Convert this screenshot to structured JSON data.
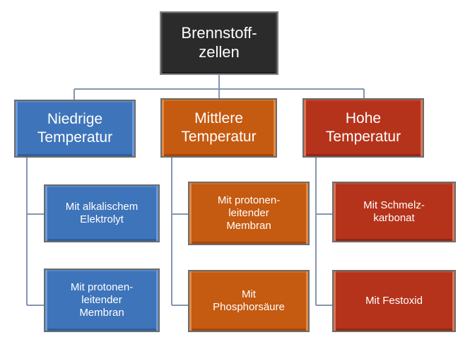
{
  "diagram": {
    "title": "Brennstoffzellen Hierarchie",
    "type": "hierarchy-org-chart",
    "colors": {
      "root_fill": "#2b2b2b",
      "root_border": "#808080",
      "blue_fill": "#3e74ba",
      "blue_bevel": "#6a9ad8",
      "orange_fill": "#c55a11",
      "orange_bevel": "#e08a46",
      "red_fill": "#b5331b",
      "red_bevel": "#d9755c",
      "connector": "#8496b0",
      "text": "#ffffff",
      "background": "#ffffff"
    }
  },
  "root": {
    "label": "Brennstoff-\nzellen"
  },
  "branches": [
    {
      "id": "niedrige-temperatur",
      "label": "Niedrige\nTemperatur",
      "color": "blue",
      "children": [
        {
          "id": "mit-alkalischem-elektrolyt",
          "label": "Mit alkalischem\nElektrolyt"
        },
        {
          "id": "mit-protonenleitender-membran-niedrig",
          "label": "Mit protonen-\nleitender\nMembran"
        }
      ]
    },
    {
      "id": "mittlere-temperatur",
      "label": "Mittlere\nTemperatur",
      "color": "orange",
      "children": [
        {
          "id": "mit-protonenleitender-membran-mittel",
          "label": "Mit protonen-\nleitender\nMembran"
        },
        {
          "id": "mit-phosphorsaeure",
          "label": "Mit\nPhosphorsäure"
        }
      ]
    },
    {
      "id": "hohe-temperatur",
      "label": "Hohe\nTemperatur",
      "color": "red",
      "children": [
        {
          "id": "mit-schmelzkarbonat",
          "label": "Mit Schmelz-\nkarbonat"
        },
        {
          "id": "mit-festoxid",
          "label": "Mit Festoxid"
        }
      ]
    }
  ]
}
